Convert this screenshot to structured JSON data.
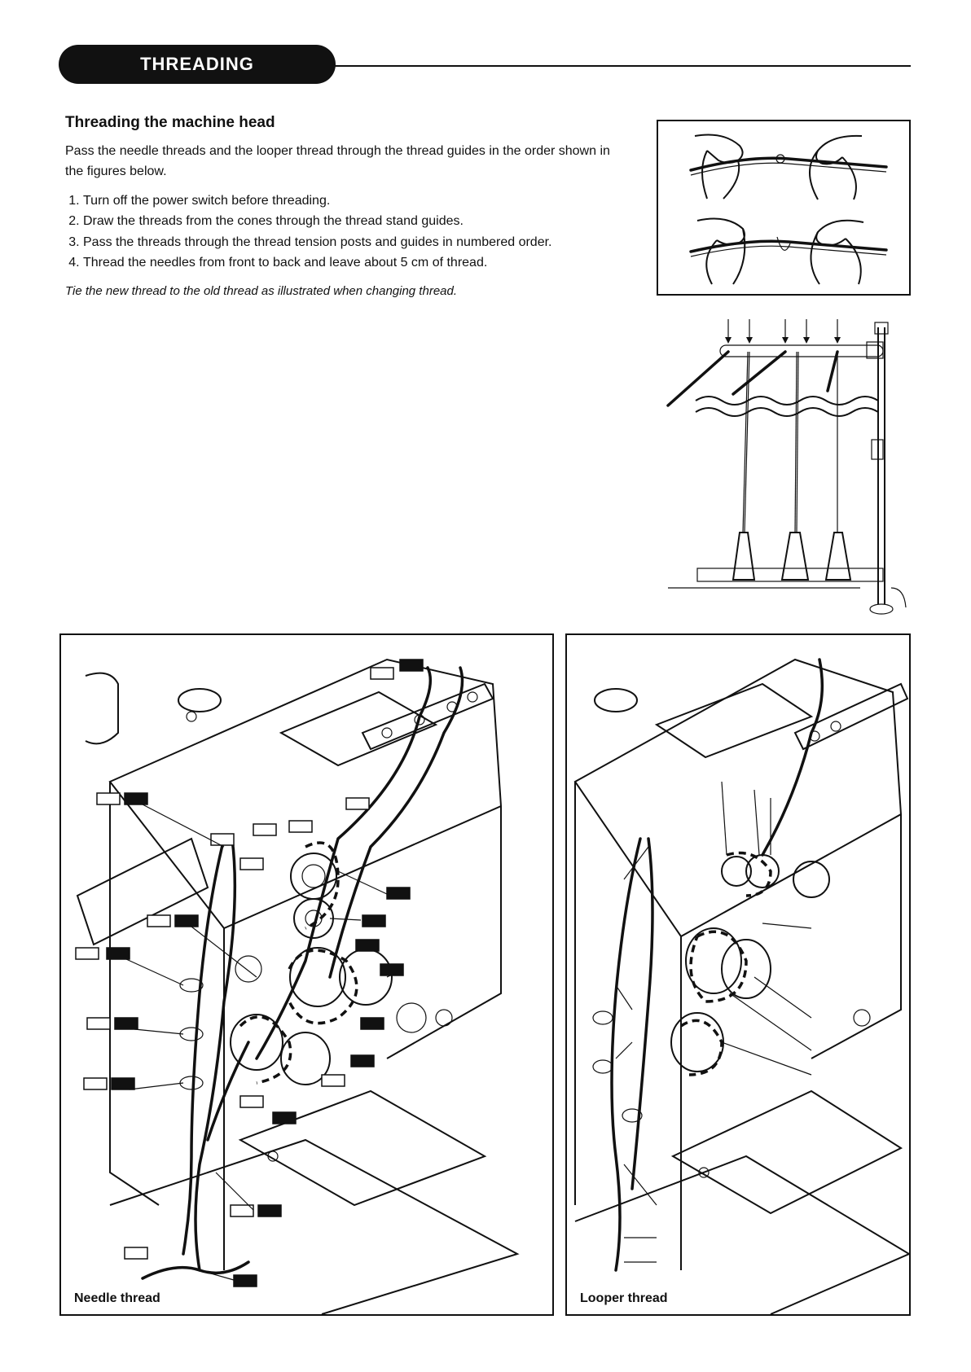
{
  "header": {
    "title": "THREADING"
  },
  "instructions": {
    "heading": "Threading the machine head",
    "intro": "Pass the needle threads and the looper thread through the thread guides in the order shown in the figures below.",
    "steps": [
      "Turn off the power switch before threading.",
      "Draw the threads from the cones through the thread stand guides.",
      "Pass the threads through the thread tension posts and guides in numbered order.",
      "Thread the needles from front to back and leave about 5 cm of thread."
    ],
    "note": "Tie the new thread to the old thread as illustrated when changing thread."
  },
  "figures": {
    "knot": "Tying threads",
    "stand": "Thread stand",
    "left": "Needle thread",
    "right": "Looper thread"
  }
}
